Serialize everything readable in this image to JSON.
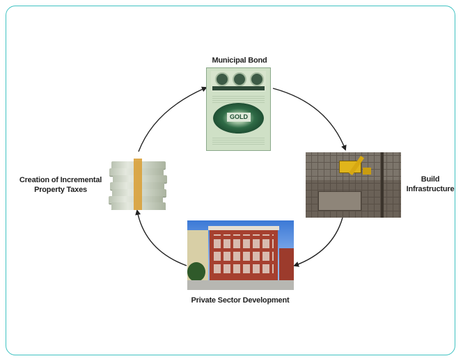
{
  "diagram": {
    "nodes": [
      {
        "id": "municipal_bond",
        "label": "Municipal Bond",
        "image": "municipal-bond-certificate"
      },
      {
        "id": "build_infrastructure",
        "label_lines": [
          "Build",
          "Infrastructure"
        ],
        "image": "construction-site"
      },
      {
        "id": "private_sector_development",
        "label": "Private Sector Development",
        "image": "brick-commercial-building"
      },
      {
        "id": "incremental_property_taxes",
        "label_lines": [
          "Creation of Incremental",
          "Property Taxes"
        ],
        "image": "stack-of-cash"
      }
    ],
    "flow": "clockwise cycle",
    "bond_text": "GOLD",
    "colors": {
      "border": "#3fc2c2",
      "arrow": "#222222"
    }
  }
}
